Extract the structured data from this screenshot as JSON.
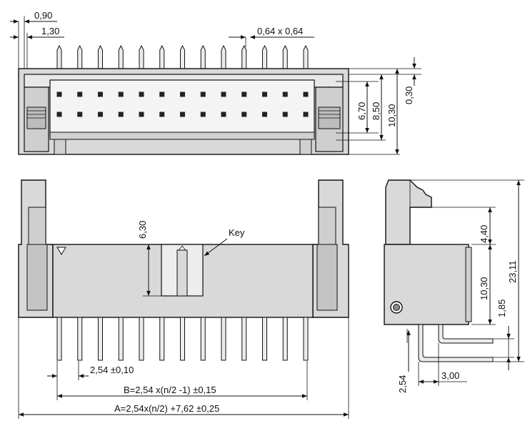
{
  "dimensions": {
    "top_view": {
      "d_090": "0,90",
      "d_130": "1,30",
      "pin_section": "0,64 x 0,64",
      "d_670": "6,70",
      "d_850": "8,50",
      "d_1030": "10,30",
      "d_030": "0,30"
    },
    "front_view": {
      "key_label": "Key",
      "d_630": "6,30",
      "pitch": "2,54 ±0,10",
      "dim_b": "B=2,54 x(n/2 -1) ±0,15",
      "dim_a": "A=2,54x(n/2) +7,62 ±0,25"
    },
    "side_view": {
      "d_440": "4,40",
      "d_1030": "10,30",
      "d_2311": "23,11",
      "d_185": "1,85",
      "d_254": "2,54",
      "d_300": "3,00"
    }
  }
}
